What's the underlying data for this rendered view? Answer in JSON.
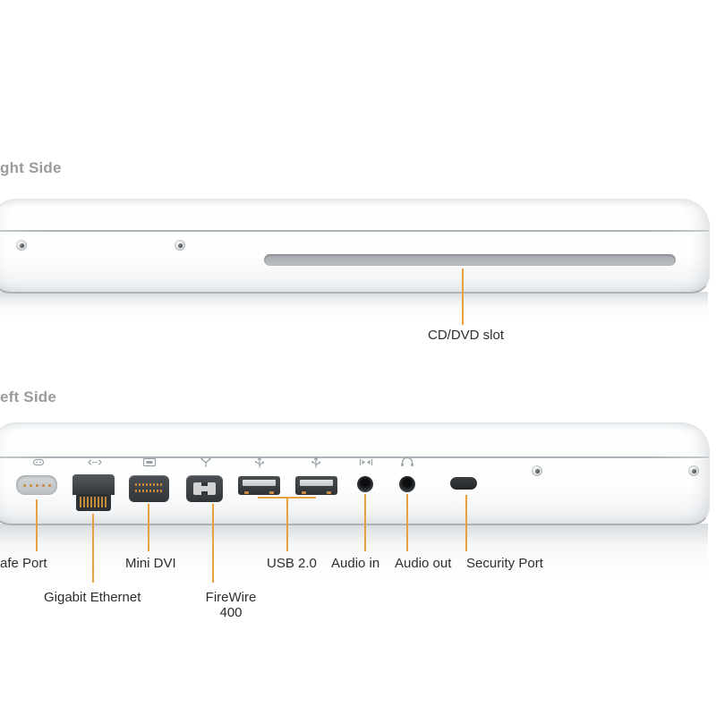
{
  "titles": {
    "right": "ght Side",
    "left": "eft Side"
  },
  "right_side": {
    "cd_dvd_label": "CD/DVD slot"
  },
  "left_side": {
    "labels": {
      "magsafe": "afe Port",
      "gigabit_ethernet": "Gigabit Ethernet",
      "mini_dvi": "Mini DVI",
      "firewire_line1": "FireWire",
      "firewire_line2": "400",
      "usb": "USB 2.0",
      "audio_in": "Audio in",
      "audio_out": "Audio out",
      "security": "Security Port"
    },
    "port_icons": {
      "magsafe": "power-plug-icon",
      "gigabit_ethernet": "double-arrow-icon",
      "mini_dvi": "display-icon",
      "firewire": "firewire-y-icon",
      "usb_1": "usb-trident-icon",
      "usb_2": "usb-trident-icon",
      "audio_in": "line-in-icon",
      "audio_out": "headphones-icon"
    }
  },
  "colors": {
    "leader": "#e8a13c",
    "label_text": "#2e2e2e",
    "title_text": "#9b9b9b"
  }
}
